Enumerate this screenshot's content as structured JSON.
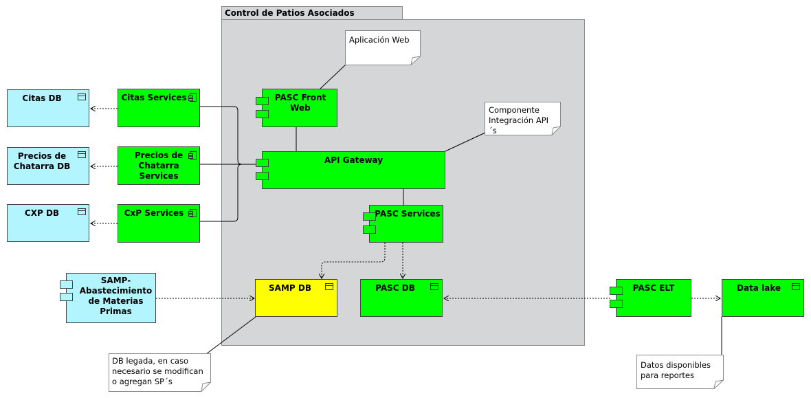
{
  "container": {
    "title": "Control de Patios Asociados"
  },
  "nodes": {
    "citas_db": "Citas DB",
    "precios_db": "Precios de Chatarra DB",
    "cxp_db": "CXP DB",
    "samp_app": "SAMP-Abastecimiento de Materias Primas",
    "citas_services": "Citas Services",
    "precios_services": "Precios de Chatarra Services",
    "cxp_services": "CxP Services",
    "pasc_front": "PASC Front Web",
    "api_gateway": "API Gateway",
    "pasc_services": "PASC Services",
    "samp_db": "SAMP DB",
    "pasc_db": "PASC DB",
    "pasc_elt": "PASC ELT",
    "data_lake": "Data lake"
  },
  "notes": {
    "web": "Aplicación Web",
    "api": "Componente Integración API´s",
    "legacy": "DB legada, en caso necesario se modifican o agregan SP´s",
    "reports": "Datos disponibles para reportes"
  },
  "colors": {
    "component": "#00ff00",
    "database_external": "#b3f5ff",
    "legacy_app": "#b3f5ff",
    "legacy_db": "#ffff00",
    "container": "#d4d6d7",
    "note": "#ffffff"
  }
}
